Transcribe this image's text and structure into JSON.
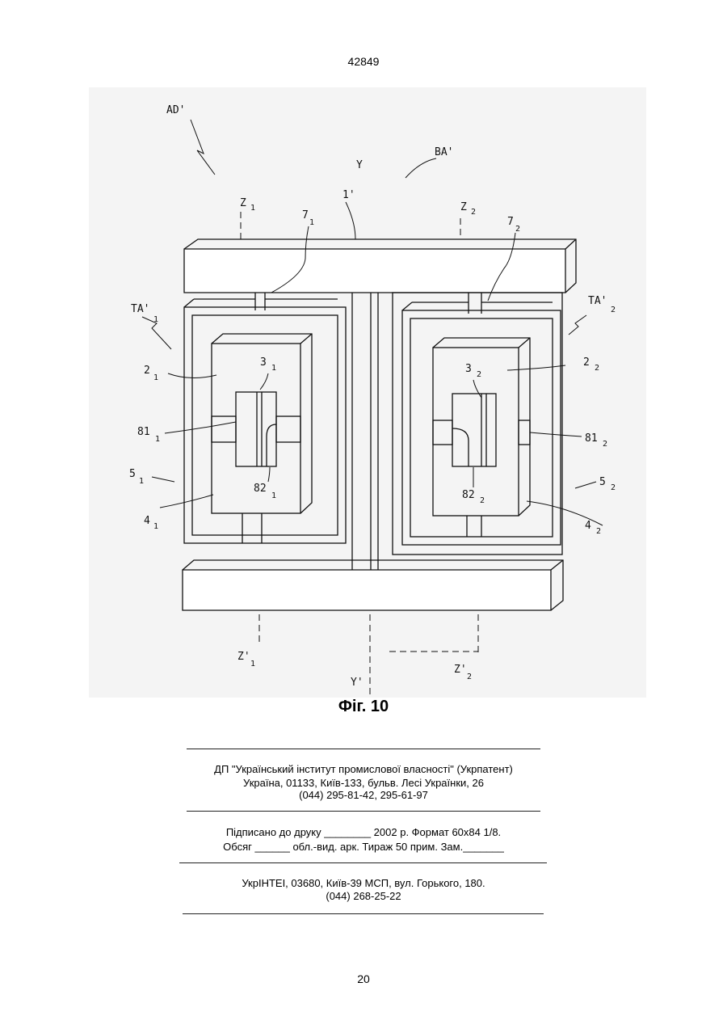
{
  "document_number": "42849",
  "page_number": "20",
  "figure": {
    "caption": "Фіг. 10",
    "labels": {
      "ad": "AD'",
      "ba": "BA'",
      "y": "Y",
      "y_prime": "Y'",
      "z1": "Z",
      "z1_sub": "1",
      "z2": "Z",
      "z2_sub": "2",
      "z1p": "Z'",
      "z1p_sub": "1",
      "z2p": "Z'",
      "z2p_sub": "2",
      "one": "1'",
      "seven1": "7",
      "seven1_sub": "1",
      "seven2": "7",
      "seven2_sub": "2",
      "ta1": "TA'",
      "ta1_sub": "1",
      "ta2": "TA'",
      "ta2_sub": "2",
      "two1": "2",
      "two1_sub": "1",
      "two2": "2",
      "two2_sub": "2",
      "three1": "3",
      "three1_sub": "1",
      "three2": "3",
      "three2_sub": "2",
      "eightone1": "81",
      "eightone1_sub": "1",
      "eightone2": "81",
      "eightone2_sub": "2",
      "eighttwo1": "82",
      "eighttwo1_sub": "1",
      "eighttwo2": "82",
      "eighttwo2_sub": "2",
      "five1": "5",
      "five1_sub": "1",
      "five2": "5",
      "five2_sub": "2",
      "four1": "4",
      "four1_sub": "1",
      "four2": "4",
      "four2_sub": "2"
    }
  },
  "publisher": {
    "line1": "ДП \"Український інститут промислової власності\" (Укрпатент)",
    "line2": "Україна, 01133, Київ-133, бульв. Лесі Українки, 26",
    "line3": "(044) 295-81-42, 295-61-97"
  },
  "print_info": {
    "line1": "Підписано до друку ________ 2002 р.    Формат 60х84 1/8.",
    "line2": "Обсяг ______ обл.-вид. арк.   Тираж 50 прим.    Зам._______"
  },
  "printer": {
    "line1": "УкрІНТЕІ, 03680, Київ-39 МСП, вул. Горького, 180.",
    "line2": "(044) 268-25-22"
  }
}
